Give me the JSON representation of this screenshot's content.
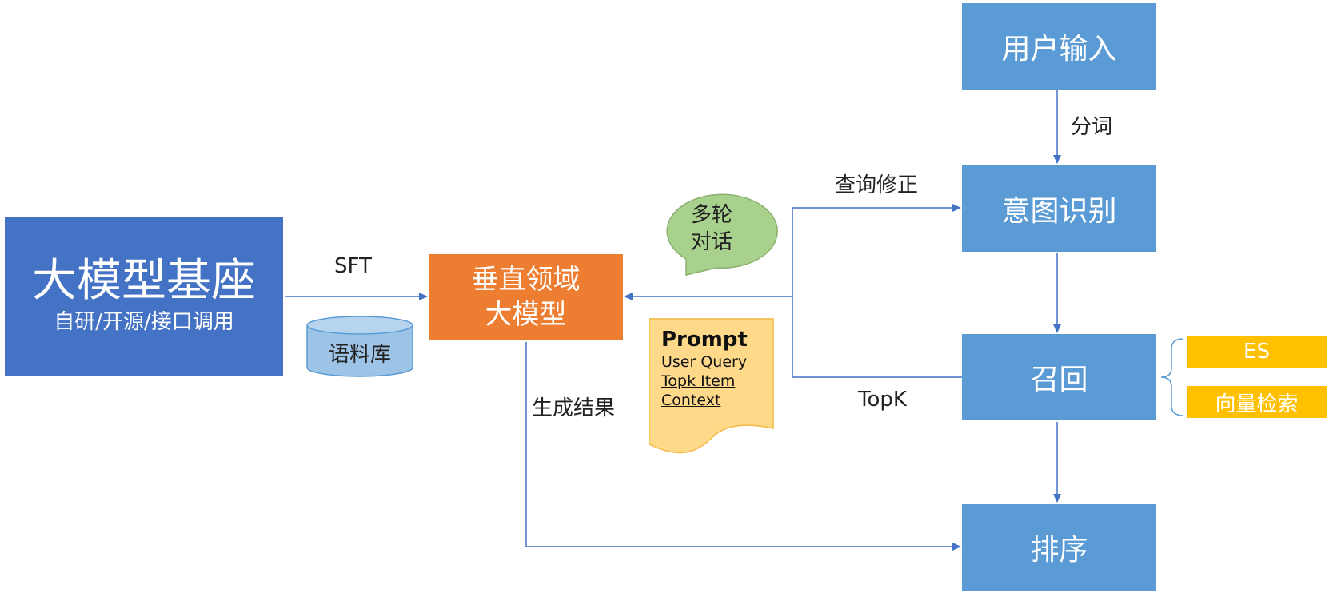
{
  "nodes": {
    "user_input": "用户输入",
    "intent": "意图识别",
    "recall": "召回",
    "rank": "排序",
    "vertical_model": [
      "垂直领域",
      "大模型"
    ],
    "base_model": {
      "title": "大模型基座",
      "subtitle": "自研/开源/接口调用"
    },
    "es": "ES",
    "vector_search": "向量检索",
    "corpus": "语料库",
    "bubble": [
      "多轮",
      "对话"
    ]
  },
  "edge_labels": {
    "segmentation": "分词",
    "query_correction": "查询修正",
    "sft": "SFT",
    "topk": "TopK",
    "generate_result": "生成结果"
  },
  "prompt_card": {
    "title": "Prompt",
    "items": [
      "User Query",
      "Topk Item",
      "Context"
    ]
  },
  "colors": {
    "blue_box": "#5b9bd5",
    "base_box": "#4472c4",
    "orange_box": "#ed7d31",
    "yellow_box": "#ffc000",
    "bubble_fill": "#a9d18e",
    "prompt_fill": "#ffd98a",
    "corpus_fill": "#9dc3e6",
    "arrow": "#4472c4"
  }
}
